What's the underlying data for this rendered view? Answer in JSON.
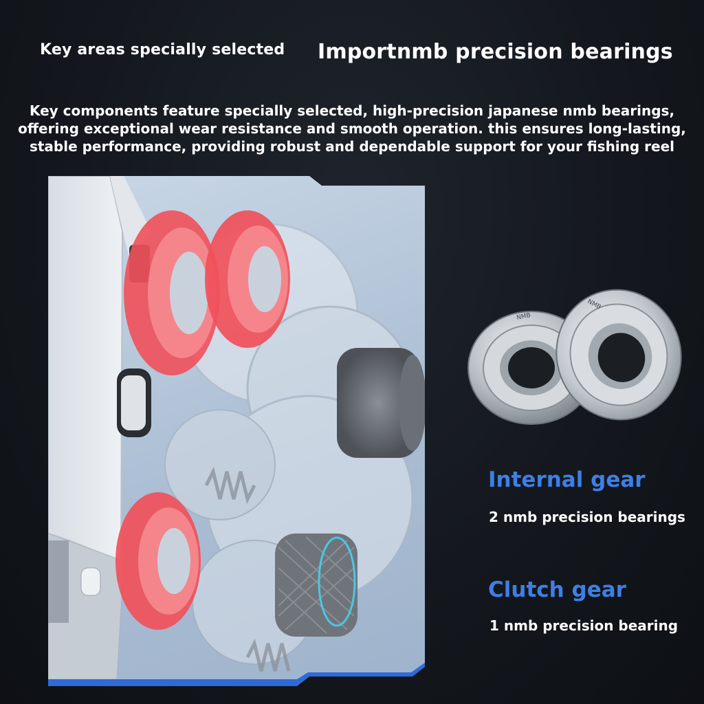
{
  "header": {
    "left_text": "Key areas specially selected",
    "right_text": "Importnmb precision bearings"
  },
  "description": {
    "lines": [
      "Key components feature specially selected, high-precision japanese nmb bearings,",
      "offering exceptional wear resistance and smooth operation. this ensures long-lasting,",
      "stable performance, providing robust and dependable support for your fishing reel"
    ]
  },
  "bearing_marking": "NMB",
  "features": [
    {
      "title": "Internal gear",
      "subtitle": "2 nmb precision bearings"
    },
    {
      "title": "Clutch gear",
      "subtitle": "1 nmb precision bearing"
    }
  ],
  "colors": {
    "accent_blue": "#3e7fe6",
    "highlight_red": "#f0505a",
    "background": "#14181e"
  }
}
